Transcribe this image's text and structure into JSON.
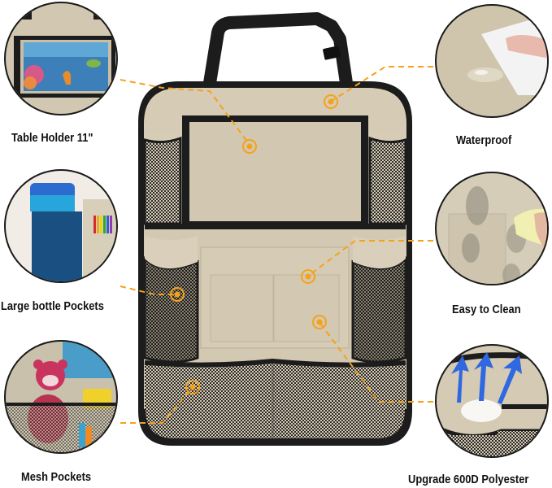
{
  "product": {
    "name": "Car Seat Back Organizer",
    "colors": {
      "fabric": "#d3c8b2",
      "trim": "#1c1c1c",
      "accent": "#f5a21b",
      "mesh": "#2a2a2a"
    }
  },
  "features": [
    {
      "id": "tablet-holder",
      "label": "Table Holder 11\"",
      "position": "top-left"
    },
    {
      "id": "waterproof",
      "label": "Waterproof",
      "position": "top-right"
    },
    {
      "id": "bottle-pockets",
      "label": "Large bottle Pockets",
      "position": "middle-left"
    },
    {
      "id": "easy-clean",
      "label": "Easy to Clean",
      "position": "middle-right"
    },
    {
      "id": "mesh-pockets",
      "label": "Mesh Pockets",
      "position": "bottom-left"
    },
    {
      "id": "polyester",
      "label": "Upgrade 600D Polyester",
      "position": "bottom-right"
    }
  ],
  "icons": {
    "callout_marker": "target-dot-icon",
    "polyester_arrows": "up-arrow-icon"
  }
}
